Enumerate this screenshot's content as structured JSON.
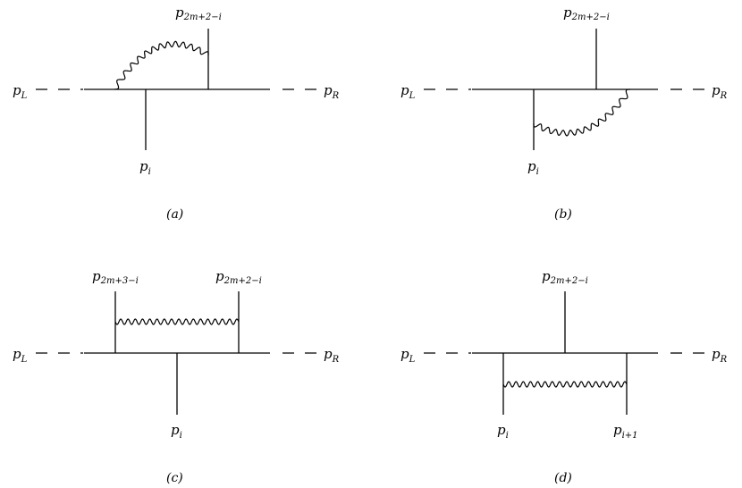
{
  "labels": {
    "p": "p",
    "sub_L": "L",
    "sub_R": "R",
    "sub_i": "i",
    "sub_i1": "i+1",
    "sub_2m2": "2m+2−i",
    "sub_2m3": "2m+3−i"
  },
  "captions": {
    "a": "(a)",
    "b": "(b)",
    "c": "(c)",
    "d": "(d)"
  }
}
